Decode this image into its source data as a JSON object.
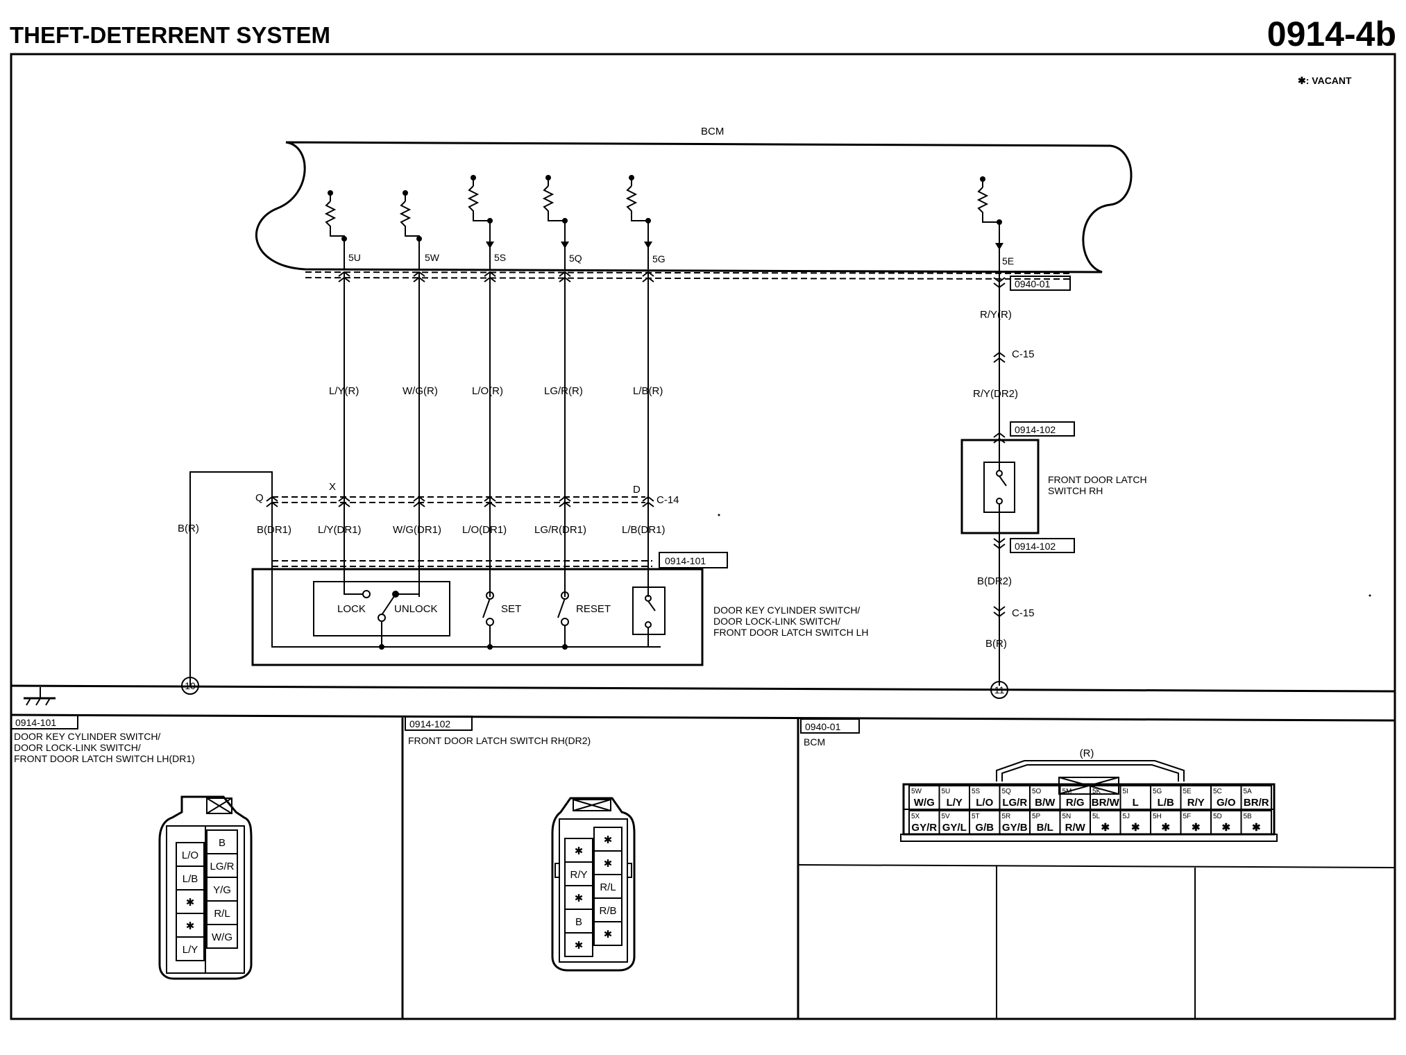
{
  "header": {
    "title": "THEFT-DETERRENT SYSTEM",
    "page_code": "0914-4b"
  },
  "legend": {
    "vacant": "✱: VACANT"
  },
  "bcm": {
    "name": "BCM",
    "terminals": [
      "5U",
      "5W",
      "5S",
      "5Q",
      "5G",
      "5E"
    ],
    "connector_ref": "0940-01"
  },
  "wires_bcm": [
    "L/Y(R)",
    "W/G(R)",
    "L/O(R)",
    "LG/R(R)",
    "L/B(R)"
  ],
  "wires_dr1": [
    "B(DR1)",
    "L/Y(DR1)",
    "W/G(DR1)",
    "L/O(DR1)",
    "LG/R(DR1)",
    "L/B(DR1)"
  ],
  "c14": {
    "name": "C-14",
    "pin_q": "Q",
    "pin_x": "X",
    "pin_d": "D"
  },
  "ground_wire": "B(R)",
  "lh_switch": {
    "ref": "0914-101",
    "contacts": [
      "LOCK",
      "UNLOCK",
      "SET",
      "RESET"
    ],
    "name_lines": [
      "DOOR KEY CYLINDER SWITCH/",
      "DOOR LOCK-LINK SWITCH/",
      "FRONT DOOR LATCH SWITCH LH"
    ]
  },
  "rh_side": {
    "wire_top": "R/Y(R)",
    "c15": "C-15",
    "wire_dr2": "R/Y(DR2)",
    "ref": "0914-102",
    "switch_lines": [
      "FRONT DOOR LATCH",
      "SWITCH RH"
    ],
    "wire_b_dr2": "B(DR2)",
    "wire_b_r": "B(R)"
  },
  "grounds": [
    "10",
    "11"
  ],
  "panels": {
    "p1": {
      "ref": "0914-101",
      "title_lines": [
        "DOOR KEY CYLINDER SWITCH/",
        "DOOR LOCK-LINK SWITCH/",
        "FRONT DOOR LATCH SWITCH LH(DR1)"
      ],
      "left_pins": [
        "L/O",
        "L/B",
        "✱",
        "✱",
        "L/Y"
      ],
      "right_pins": [
        "B",
        "LG/R",
        "Y/G",
        "R/L",
        "W/G"
      ]
    },
    "p2": {
      "ref": "0914-102",
      "title": "FRONT DOOR LATCH SWITCH RH(DR2)",
      "left_pins": [
        "✱",
        "R/Y",
        "✱",
        "B",
        "✱"
      ],
      "right_pins": [
        "✱",
        "✱",
        "R/L",
        "R/B",
        "✱"
      ]
    },
    "p3": {
      "ref": "0940-01",
      "title": "BCM",
      "connector_label": "(R)",
      "top_row": [
        {
          "pin": "5W",
          "wire": "W/G"
        },
        {
          "pin": "5U",
          "wire": "L/Y"
        },
        {
          "pin": "5S",
          "wire": "L/O"
        },
        {
          "pin": "5Q",
          "wire": "LG/R"
        },
        {
          "pin": "5O",
          "wire": "B/W"
        },
        {
          "pin": "5M",
          "wire": "R/G"
        },
        {
          "pin": "5K",
          "wire": "BR/W"
        },
        {
          "pin": "5I",
          "wire": "L"
        },
        {
          "pin": "5G",
          "wire": "L/B"
        },
        {
          "pin": "5E",
          "wire": "R/Y"
        },
        {
          "pin": "5C",
          "wire": "G/O"
        },
        {
          "pin": "5A",
          "wire": "BR/R"
        }
      ],
      "bottom_row": [
        {
          "pin": "5X",
          "wire": "GY/R"
        },
        {
          "pin": "5V",
          "wire": "GY/L"
        },
        {
          "pin": "5T",
          "wire": "G/B"
        },
        {
          "pin": "5R",
          "wire": "GY/B"
        },
        {
          "pin": "5P",
          "wire": "B/L"
        },
        {
          "pin": "5N",
          "wire": "R/W"
        },
        {
          "pin": "5L",
          "wire": "✱"
        },
        {
          "pin": "5J",
          "wire": "✱"
        },
        {
          "pin": "5H",
          "wire": "✱"
        },
        {
          "pin": "5F",
          "wire": "✱"
        },
        {
          "pin": "5D",
          "wire": "✱"
        },
        {
          "pin": "5B",
          "wire": "✱"
        }
      ]
    }
  }
}
